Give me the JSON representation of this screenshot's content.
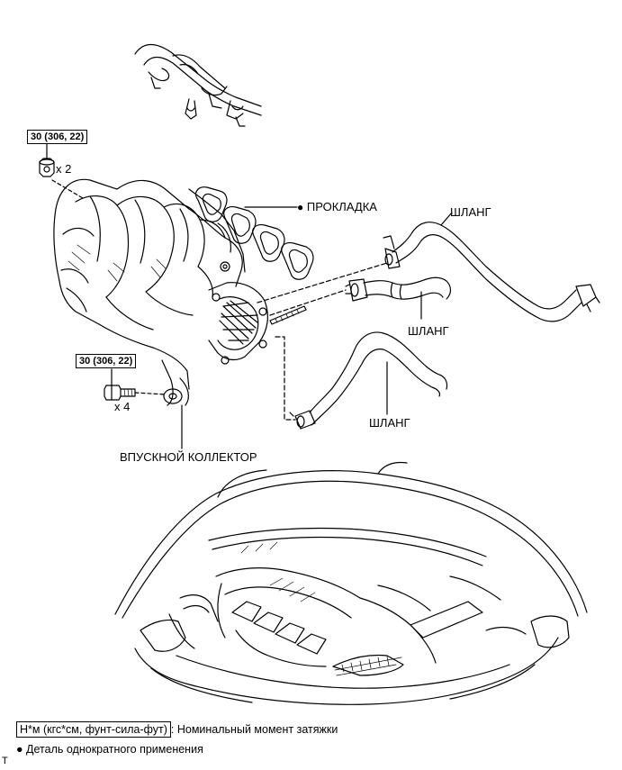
{
  "torque_specs": {
    "nuts": "30 (306, 22)",
    "bolts": "30 (306, 22)"
  },
  "quantities": {
    "nuts": "x 2",
    "bolts": "x 4"
  },
  "labels": {
    "gasket": "ПРОКЛАДКА",
    "hose_upper": "ШЛАНГ",
    "hose_middle": "ШЛАНГ",
    "hose_lower": "ШЛАНГ",
    "manifold": "ВПУСКНОЙ КОЛЛЕКТОР"
  },
  "legend": {
    "torque_unit": "Н*м (кгс*см, фунт-сила-фут)",
    "torque_desc": ": Номинальный момент затяжки",
    "one_time_bullet": "●",
    "one_time_desc": "Деталь однократного применения"
  },
  "corner_mark": "T",
  "colors": {
    "line": "#000000",
    "background": "#ffffff"
  }
}
